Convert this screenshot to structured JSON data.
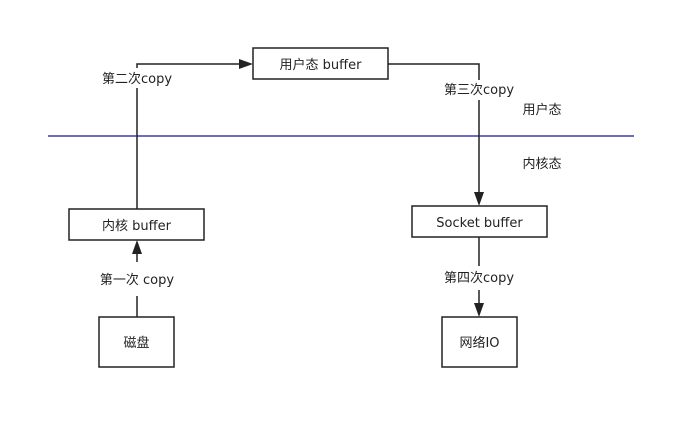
{
  "nodes": {
    "user_buffer": "用户态 buffer",
    "kernel_buffer": "内核 buffer",
    "socket_buffer": "Socket buffer",
    "disk": "磁盘",
    "network_io": "网络IO"
  },
  "edges": {
    "first_copy": "第一次 copy",
    "second_copy": "第二次copy",
    "third_copy": "第三次copy",
    "fourth_copy": "第四次copy"
  },
  "zones": {
    "user_mode": "用户态",
    "kernel_mode": "内核态"
  },
  "colors": {
    "divider": "#3b3bb0",
    "stroke": "#222222"
  }
}
